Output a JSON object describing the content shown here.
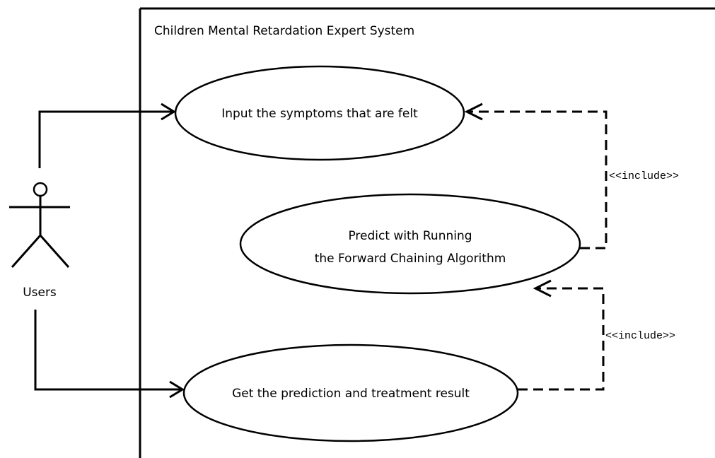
{
  "diagram": {
    "system_title": "Children Mental Retardation Expert System",
    "actor": {
      "label": "Users"
    },
    "use_cases": [
      {
        "lines": [
          "Input the symptoms that are felt"
        ]
      },
      {
        "lines": [
          "Predict with Running",
          "the Forward Chaining Algorithm"
        ]
      },
      {
        "lines": [
          "Get the prediction and treatment result"
        ]
      }
    ],
    "relations": [
      {
        "label": "<<include>>"
      },
      {
        "label": "<<include>>"
      }
    ]
  }
}
